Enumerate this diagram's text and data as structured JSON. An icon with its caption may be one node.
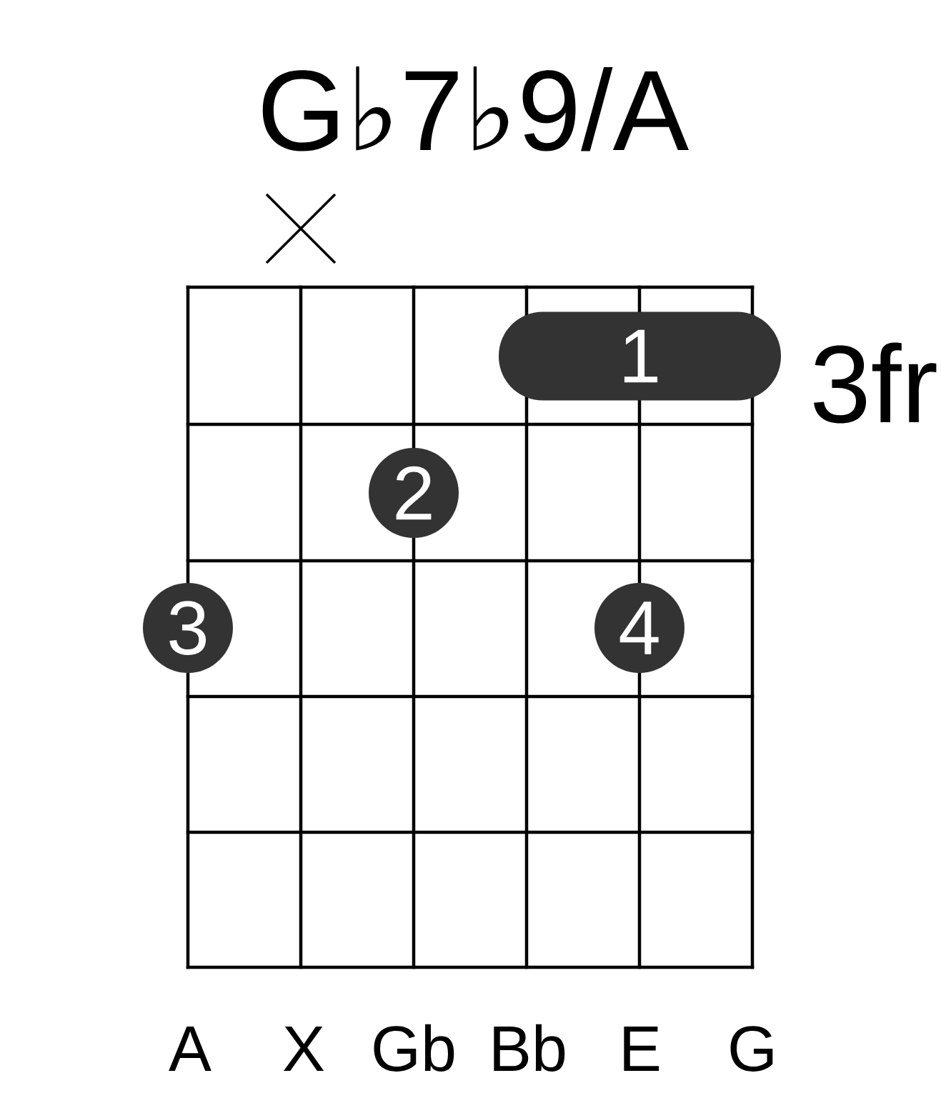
{
  "diagram": {
    "title": "G♭7♭9/A",
    "nodes": [
      {
        "text": [
          "1"
        ]
      },
      {
        "text": [
          "2"
        ]
      },
      {
        "text": [
          "3"
        ]
      },
      {
        "text": [
          "4"
        ]
      }
    ],
    "labels": [
      "3fr",
      "A",
      "X",
      "Gb",
      "Bb",
      "E",
      "G"
    ]
  }
}
